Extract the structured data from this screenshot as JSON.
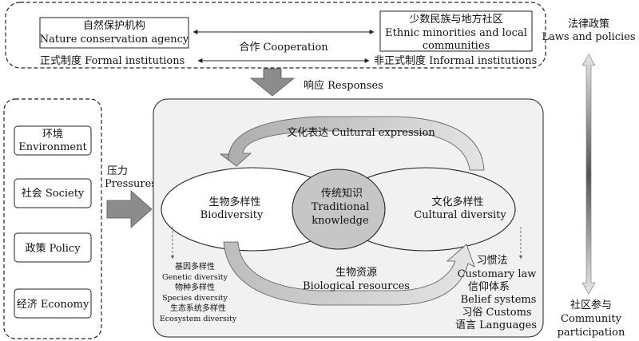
{
  "top": {
    "agency_zh": "自然保护机构",
    "agency_en": "Nature conservation agency",
    "ethnic_zh": "少数民族与地方社区",
    "ethnic_en1": "Ethnic minorities and local",
    "ethnic_en2": "communities",
    "cooperation": "合作 Cooperation",
    "formal": "正式制度 Formal institutions",
    "informal": "非正式制度 Informal institutions"
  },
  "right": {
    "laws_zh": "法律政策",
    "laws_en": "Laws and policies",
    "community_zh": "社区参与",
    "community_en1": "Community",
    "community_en2": "participation"
  },
  "responses": "响应 Responses",
  "pressures": {
    "zh": "压力",
    "en": "Pressures",
    "items": [
      {
        "zh": "环境",
        "en": "Environment"
      },
      {
        "label": "社会 Society"
      },
      {
        "label": "政策 Policy"
      },
      {
        "label": "经济 Economy"
      }
    ]
  },
  "center": {
    "cultural_expression": "文化表达 Cultural expression",
    "biodiversity_zh": "生物多样性",
    "biodiversity_en": "Biodiversity",
    "tk_zh": "传统知识",
    "tk_en1": "Traditional",
    "tk_en2": "knowledge",
    "cultural_div_zh": "文化多样性",
    "cultural_div_en": "Cultural diversity",
    "bio_res_zh": "生物资源",
    "bio_res_en": "Biological resources"
  },
  "bio_list": [
    "基因多样性",
    "Genetic diversity",
    "物种多样性",
    "Species diversity",
    "生态系统多样性",
    "Ecosystem diversity"
  ],
  "culture_list": [
    "习惯法",
    "Customary law",
    "信仰体系",
    "Belief systems",
    "习俗 Customs",
    "语言 Languages"
  ]
}
